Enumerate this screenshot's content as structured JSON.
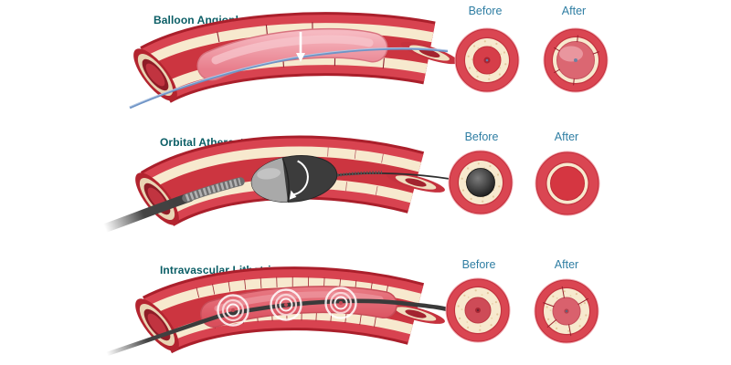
{
  "figure": {
    "background": "#FFFFFF",
    "description_type": "medical-procedure-comparison-infographic"
  },
  "colors": {
    "title": "#0B5E66",
    "label": "#2F7EA3",
    "artery_wall_red": "#D84350",
    "artery_outline_red": "#AA1F2B",
    "plaque_cream": "#F7E9CE",
    "lumen_red": "#CC3540",
    "balloon_pink": "#EE99A4",
    "device_gray": "#3C3C3C",
    "guidewire_blue": "#6F94C6"
  },
  "rows": [
    {
      "title": "Balloon Angioplasty",
      "before_label": "Before",
      "after_label": "After"
    },
    {
      "title": "Orbital Atherectomy",
      "before_label": "Before",
      "after_label": "After"
    },
    {
      "title": "Intravascular Lithotripsy",
      "before_label": "Before",
      "after_label": "After"
    }
  ]
}
